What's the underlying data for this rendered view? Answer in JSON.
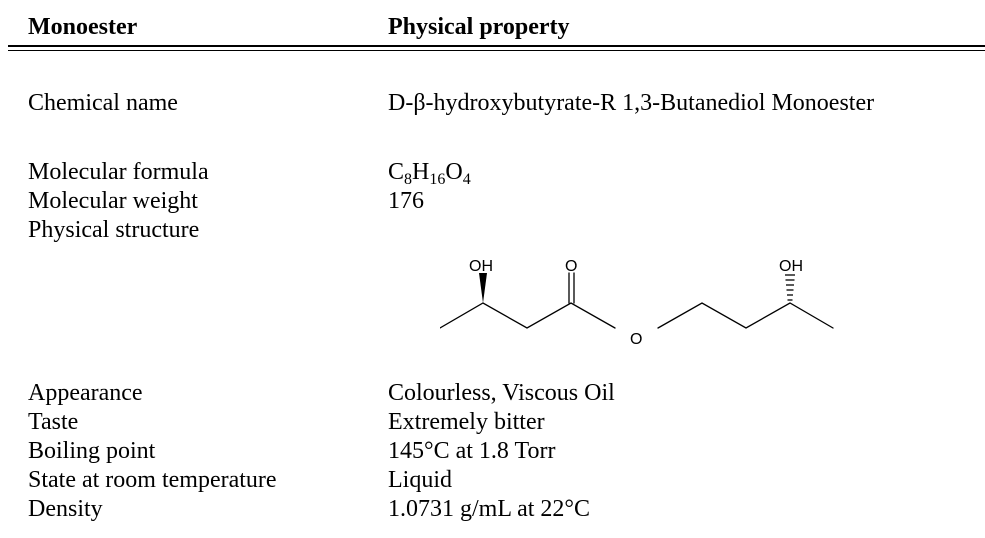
{
  "header": {
    "col1": "Monoester",
    "col2": "Physical property"
  },
  "rows": {
    "chemical_name": {
      "label": "Chemical name",
      "value": "D-β-hydroxybutyrate-R 1,3-Butanediol Monoester"
    },
    "molecular_formula": {
      "label": "Molecular formula",
      "parts": [
        "C",
        "8",
        "H",
        "16",
        "O",
        "4"
      ]
    },
    "molecular_weight": {
      "label": "Molecular weight",
      "value": "176"
    },
    "physical_structure": {
      "label": "Physical structure",
      "atoms": {
        "oh_left": "OH",
        "carbonyl_o": "O",
        "ester_o": "O",
        "oh_right": "OH"
      }
    },
    "appearance": {
      "label": "Appearance",
      "value": "Colourless, Viscous Oil"
    },
    "taste": {
      "label": "Taste",
      "value": "Extremely bitter"
    },
    "boiling_point": {
      "label": "Boiling point",
      "value": "145°C at 1.8 Torr"
    },
    "state": {
      "label": "State at room temperature",
      "value": "Liquid"
    },
    "density": {
      "label": "Density",
      "value": "1.0731 g/mL at 22°C"
    }
  }
}
